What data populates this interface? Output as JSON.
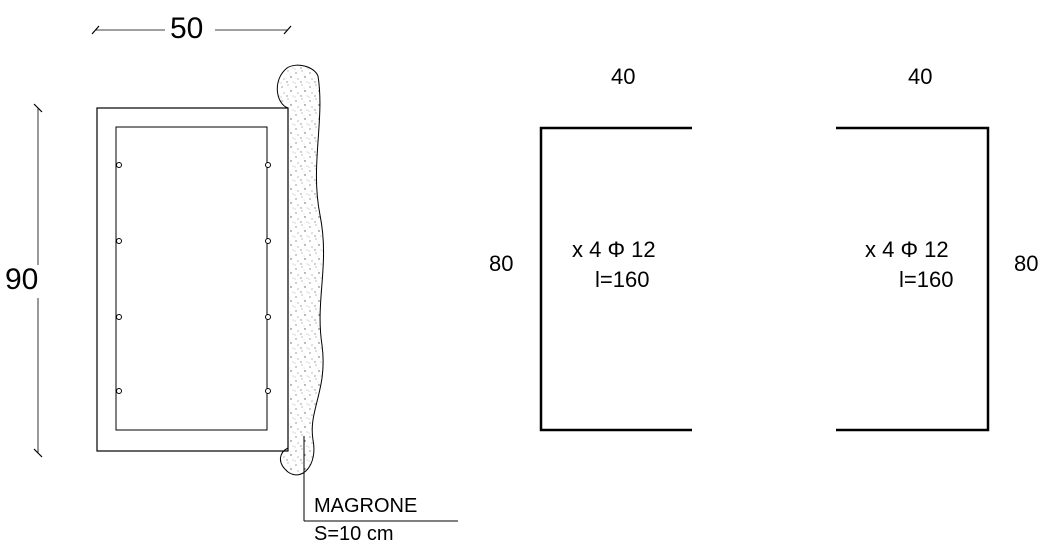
{
  "section": {
    "width_label": "50",
    "height_label": "90",
    "lean_concrete_label": "MAGRONE",
    "lean_concrete_thickness": "S=10 cm"
  },
  "bar_left": {
    "top_length": "40",
    "side_length": "80",
    "quantity": "x 4 Φ 12",
    "total_length": "l=160"
  },
  "bar_right": {
    "top_length": "40",
    "side_length": "80",
    "quantity": "x 4 Φ 12",
    "total_length": "l=160"
  }
}
